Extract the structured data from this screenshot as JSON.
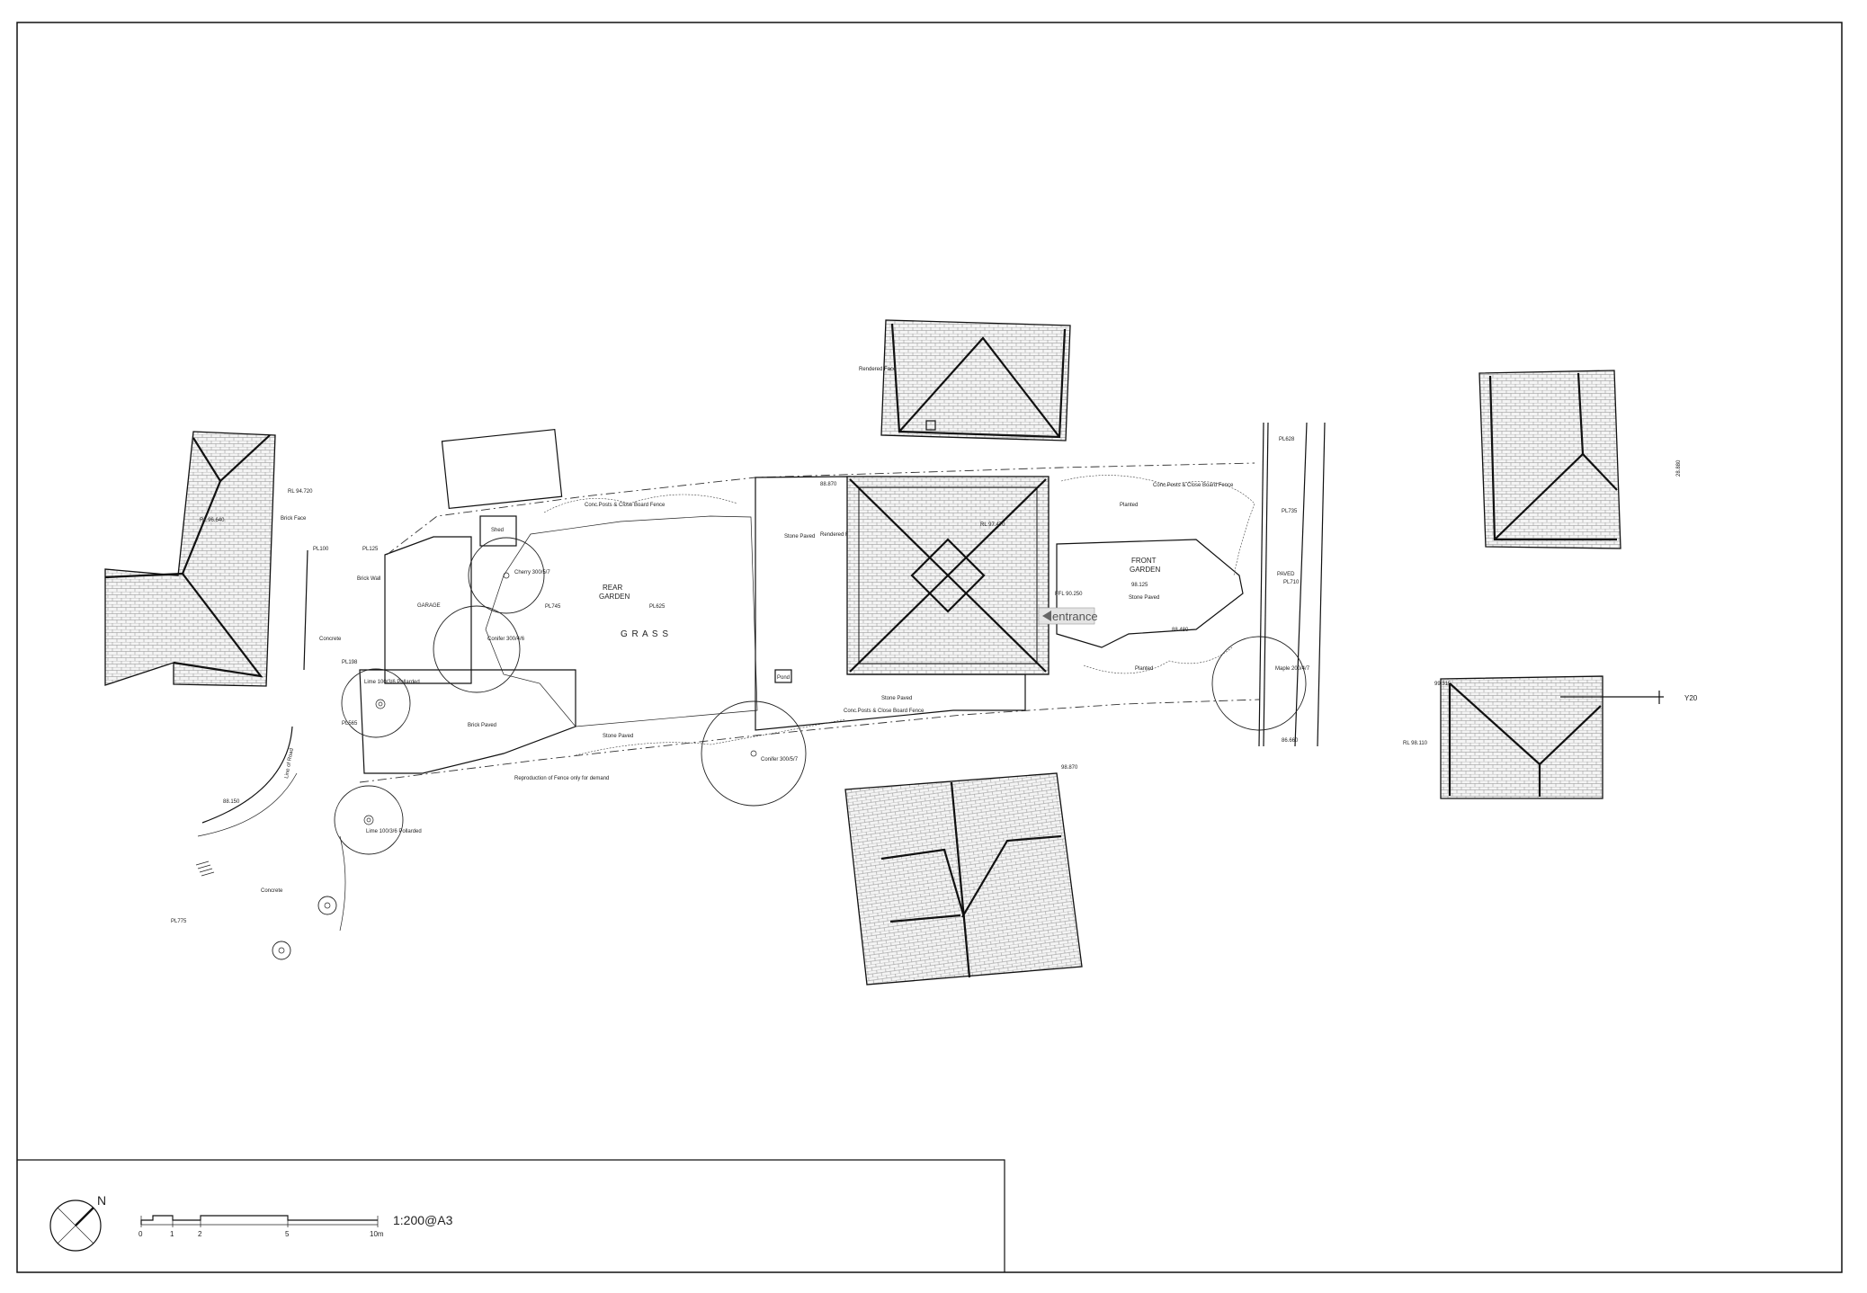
{
  "drawing": {
    "scale_label": "1:200@A3",
    "north_label": "N",
    "grid_ref": "Y20",
    "scale_bar_ticks": [
      "0",
      "1",
      "2",
      "5",
      "10m"
    ]
  },
  "areas": {
    "rear_garden": [
      "REAR",
      "GARDEN"
    ],
    "grass": "G R A S S",
    "front_garden": [
      "FRONT",
      "GARDEN"
    ],
    "garage": "GARAGE",
    "shed": "Shed",
    "pond": "Pond",
    "paved": "PAVED",
    "concrete": "Concrete",
    "entrance": "entrance"
  },
  "surfaces": {
    "stone_paved": "Stone Paved",
    "brick_paved": "Brick Paved",
    "rendered_face": "Rendered Face",
    "brick_face": "Brick Face",
    "brick_wall": "Brick Wall",
    "planted": "Planted",
    "fence": "Conc.Posts & Close Board Fence",
    "line_of_road": "Line of Road",
    "reproduction_note": "Reproduction of Fence only for demand"
  },
  "trees": {
    "cherry": "Cherry 300/5/7",
    "conifer_a": "Conifer 300/4/6",
    "conifer_b": "Conifer 300/5/7",
    "lime_a": "Lime 100/3/6 Pollarded",
    "lime_b": "Lime 100/3/6 Pollarded",
    "maple": "Maple 200/4/7"
  },
  "levels": {
    "pl_a": "PL100",
    "pl_b": "PL198",
    "pl_c": "PL125",
    "pl_d": "PL745",
    "pl_e": "PL625",
    "pl_f": "PL775",
    "pl_g": "PL628",
    "pl_h": "PL735",
    "pl_i": "PL710",
    "ffl": "FFL 90.250",
    "ridge_a": "RL 94.720",
    "ridge_b": "RL 96.640",
    "ridge_c": "RL 97.470",
    "ridge_d": "RL 98.110",
    "eaves": "98.870",
    "misc_a": "88.870",
    "misc_b": "98.125",
    "misc_c": "88.480",
    "misc_d": "86.660",
    "misc_e": "99.315",
    "misc_f": "PL565",
    "misc_g": "88.150",
    "side_text": "28.880"
  },
  "colors": {
    "ink": "#111111",
    "paper": "#ffffff",
    "hatch": "#7a7a7a",
    "entrance_bg": "#e4e4e4"
  }
}
